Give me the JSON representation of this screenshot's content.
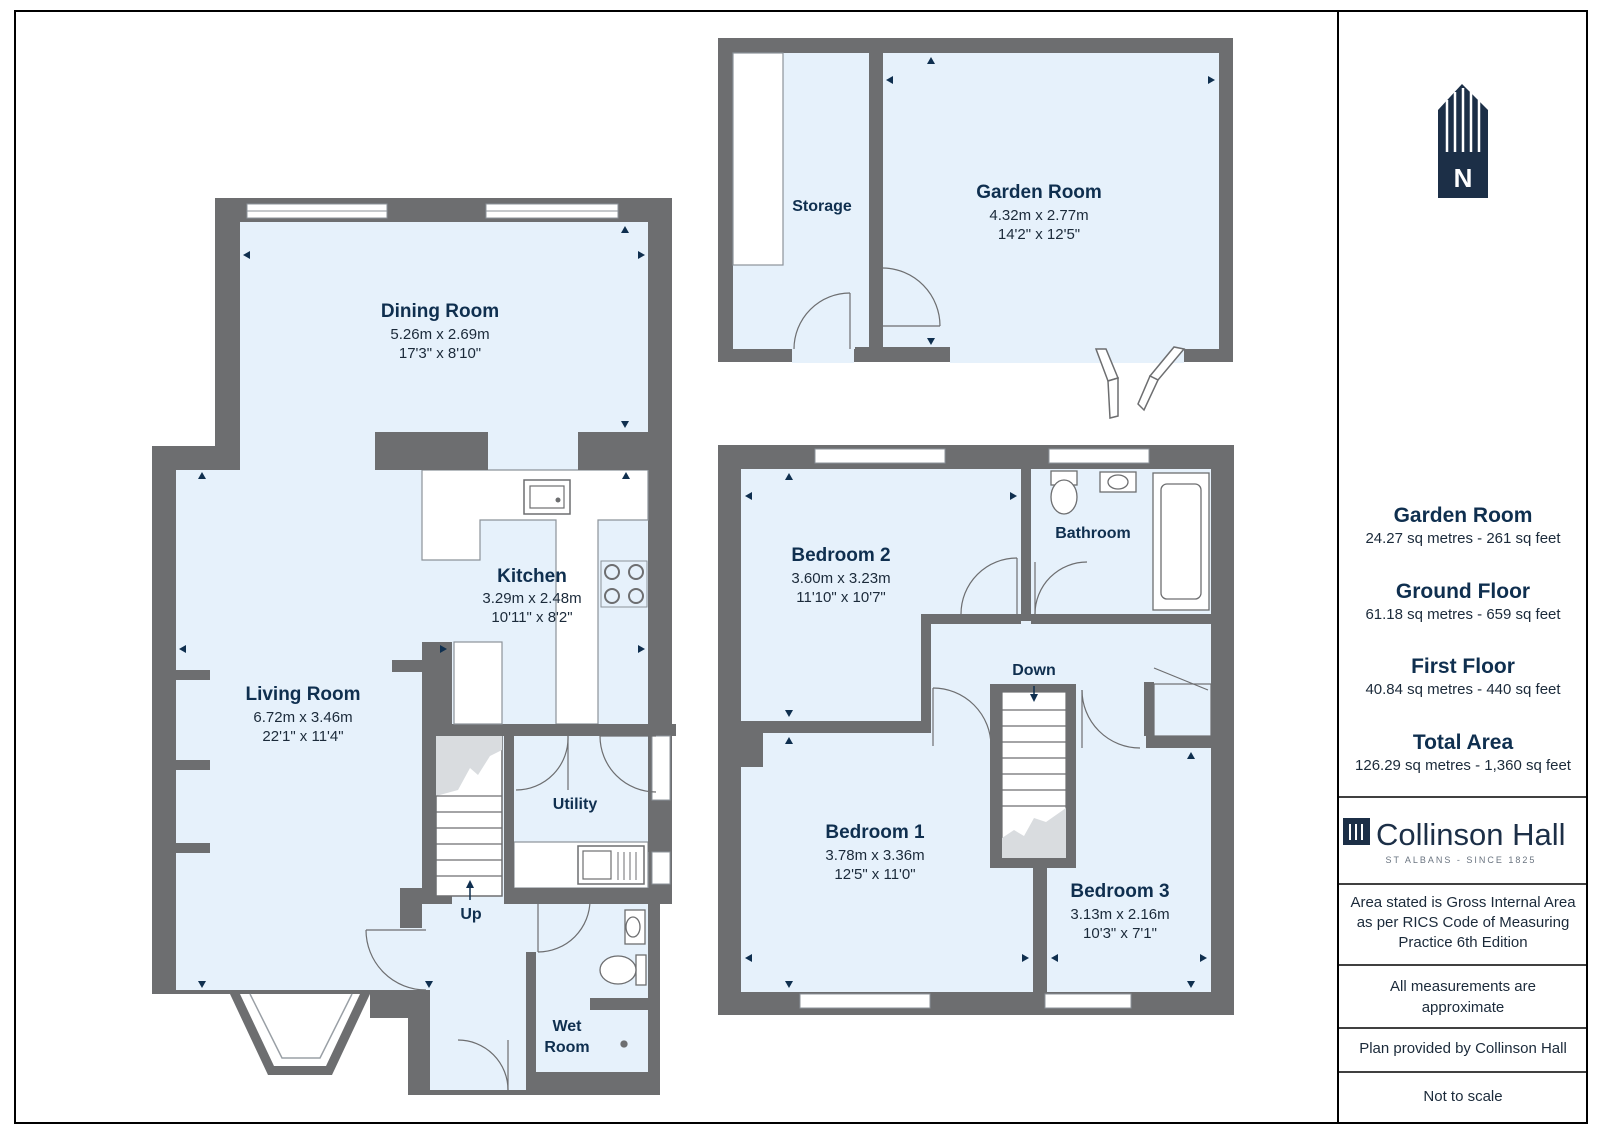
{
  "rooms": {
    "dining": {
      "name": "Dining Room",
      "metric": "5.26m x 2.69m",
      "imperial": "17'3\" x 8'10\""
    },
    "kitchen": {
      "name": "Kitchen",
      "metric": "3.29m x 2.48m",
      "imperial": "10'11\" x 8'2\""
    },
    "living": {
      "name": "Living Room",
      "metric": "6.72m x 3.46m",
      "imperial": "22'1\" x 11'4\""
    },
    "utility": {
      "name": "Utility"
    },
    "wetroom": {
      "name_line1": "Wet",
      "name_line2": "Room"
    },
    "storage": {
      "name": "Storage"
    },
    "garden": {
      "name": "Garden Room",
      "metric": "4.32m x 2.77m",
      "imperial": "14'2\" x 12'5\""
    },
    "bedroom2": {
      "name": "Bedroom 2",
      "metric": "3.60m x 3.23m",
      "imperial": "11'10\" x 10'7\""
    },
    "bathroom": {
      "name": "Bathroom"
    },
    "bedroom1": {
      "name": "Bedroom 1",
      "metric": "3.78m x 3.36m",
      "imperial": "12'5\" x 11'0\""
    },
    "bedroom3": {
      "name": "Bedroom 3",
      "metric": "3.13m x 2.16m",
      "imperial": "10'3\" x 7'1\""
    }
  },
  "stairs": {
    "up_label": "Up",
    "down_label": "Down"
  },
  "compass": {
    "label": "N"
  },
  "areas": [
    {
      "title": "Garden Room",
      "value": "24.27 sq metres - 261 sq feet"
    },
    {
      "title": "Ground Floor",
      "value": "61.18 sq metres - 659 sq feet"
    },
    {
      "title": "First Floor",
      "value": "40.84 sq metres - 440 sq feet"
    },
    {
      "title": "Total Area",
      "value": "126.29 sq metres - 1,360 sq feet"
    }
  ],
  "brand": {
    "name": "Collinson Hall",
    "tagline": "ST ALBANS - SINCE 1825"
  },
  "notes": {
    "gia_line1": "Area stated is Gross Internal Area",
    "gia_line2": "as per RICS Code of Measuring",
    "gia_line3": "Practice 6th Edition",
    "approx_line1": "All measurements are",
    "approx_line2": "approximate",
    "provided": "Plan provided by Collinson Hall",
    "scale": "Not to scale"
  },
  "colors": {
    "wall": "#6d6e70",
    "floor": "#e6f1fb",
    "brand": "#1c2f47",
    "text": "#0f2f4f"
  }
}
